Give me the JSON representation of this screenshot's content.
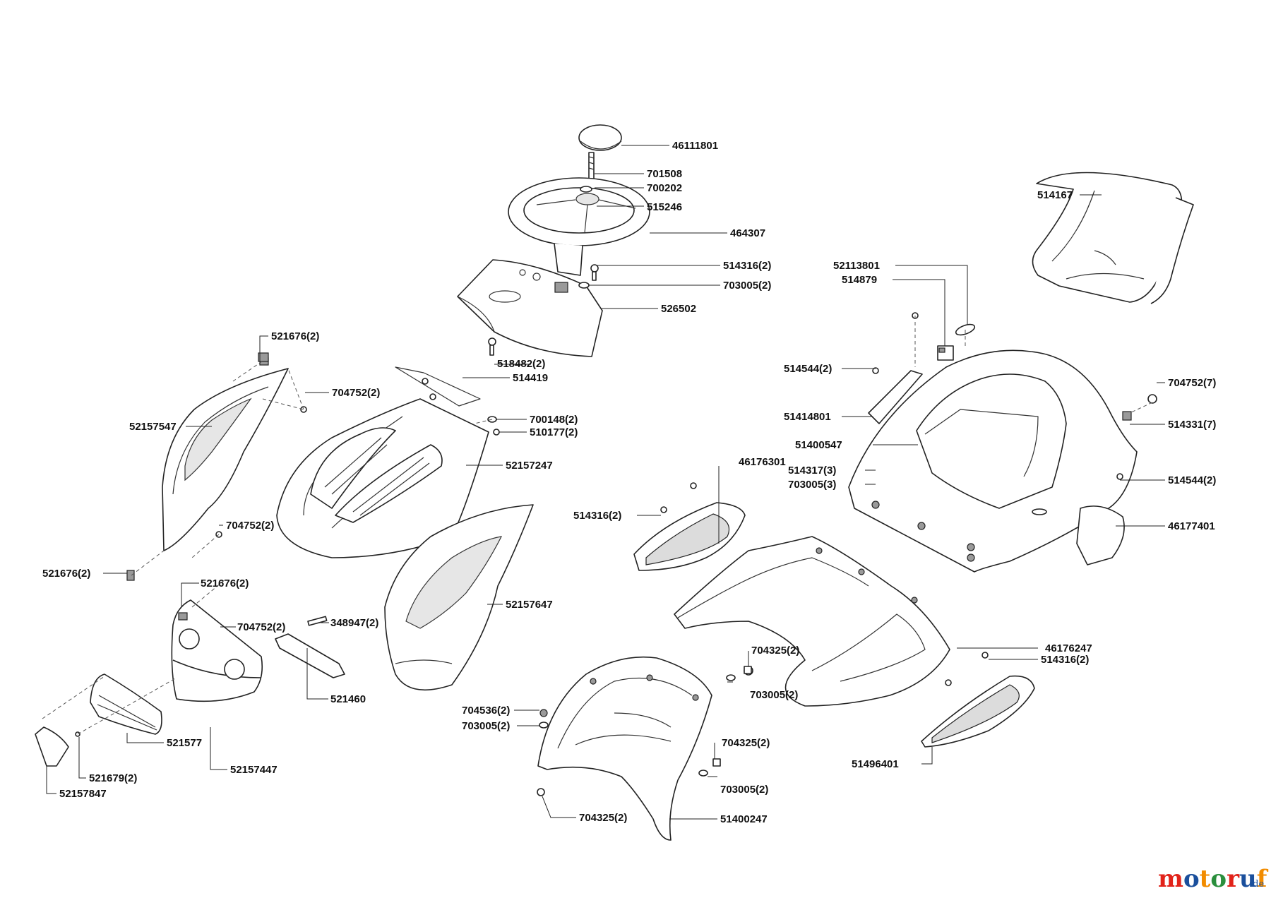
{
  "labels": {
    "l_46111801": "46111801",
    "l_701508": "701508",
    "l_700202": "700202",
    "l_515246": "515246",
    "l_464307": "464307",
    "l_514316_top": "514316(2)",
    "l_703005_top": "703005(2)",
    "l_526502": "526502",
    "l_518482": "518482(2)",
    "l_514419": "514419",
    "l_521676_a": "521676(2)",
    "l_704752_a": "704752(2)",
    "l_52157547": "52157547",
    "l_700148": "700148(2)",
    "l_510177": "510177(2)",
    "l_52157247": "52157247",
    "l_704752_b": "704752(2)",
    "l_521676_b": "521676(2)",
    "l_521676_c": "521676(2)",
    "l_704752_c": "704752(2)",
    "l_348947": "348947(2)",
    "l_52157647": "52157647",
    "l_521460": "521460",
    "l_521577": "521577",
    "l_52157447": "52157447",
    "l_521679": "521679(2)",
    "l_52157847": "52157847",
    "l_514167": "514167",
    "l_52113801": "52113801",
    "l_514879": "514879",
    "l_514544_a": "514544(2)",
    "l_51414801": "51414801",
    "l_51400547": "51400547",
    "l_704752_d": "704752(7)",
    "l_514331": "514331(7)",
    "l_46176301": "46176301",
    "l_514317": "514317(3)",
    "l_703005_b": "703005(3)",
    "l_514544_b": "514544(2)",
    "l_514316_mid": "514316(2)",
    "l_46177401": "46177401",
    "l_704325_a": "704325(2)",
    "l_703005_c": "703005(2)",
    "l_46176247": "46176247",
    "l_514316_low": "514316(2)",
    "l_704536": "704536(2)",
    "l_703005_d": "703005(2)",
    "l_704325_b": "704325(2)",
    "l_703005_e": "703005(2)",
    "l_51496401": "51496401",
    "l_704325_c": "704325(2)",
    "l_51400247": "51400247"
  },
  "watermark": {
    "brand": "motoruf",
    "suffix": ".de",
    "colors": [
      "#e2231a",
      "#1a4f9c",
      "#f28c00",
      "#2a8f3c",
      "#e2231a",
      "#1a4f9c",
      "#f28c00"
    ]
  }
}
